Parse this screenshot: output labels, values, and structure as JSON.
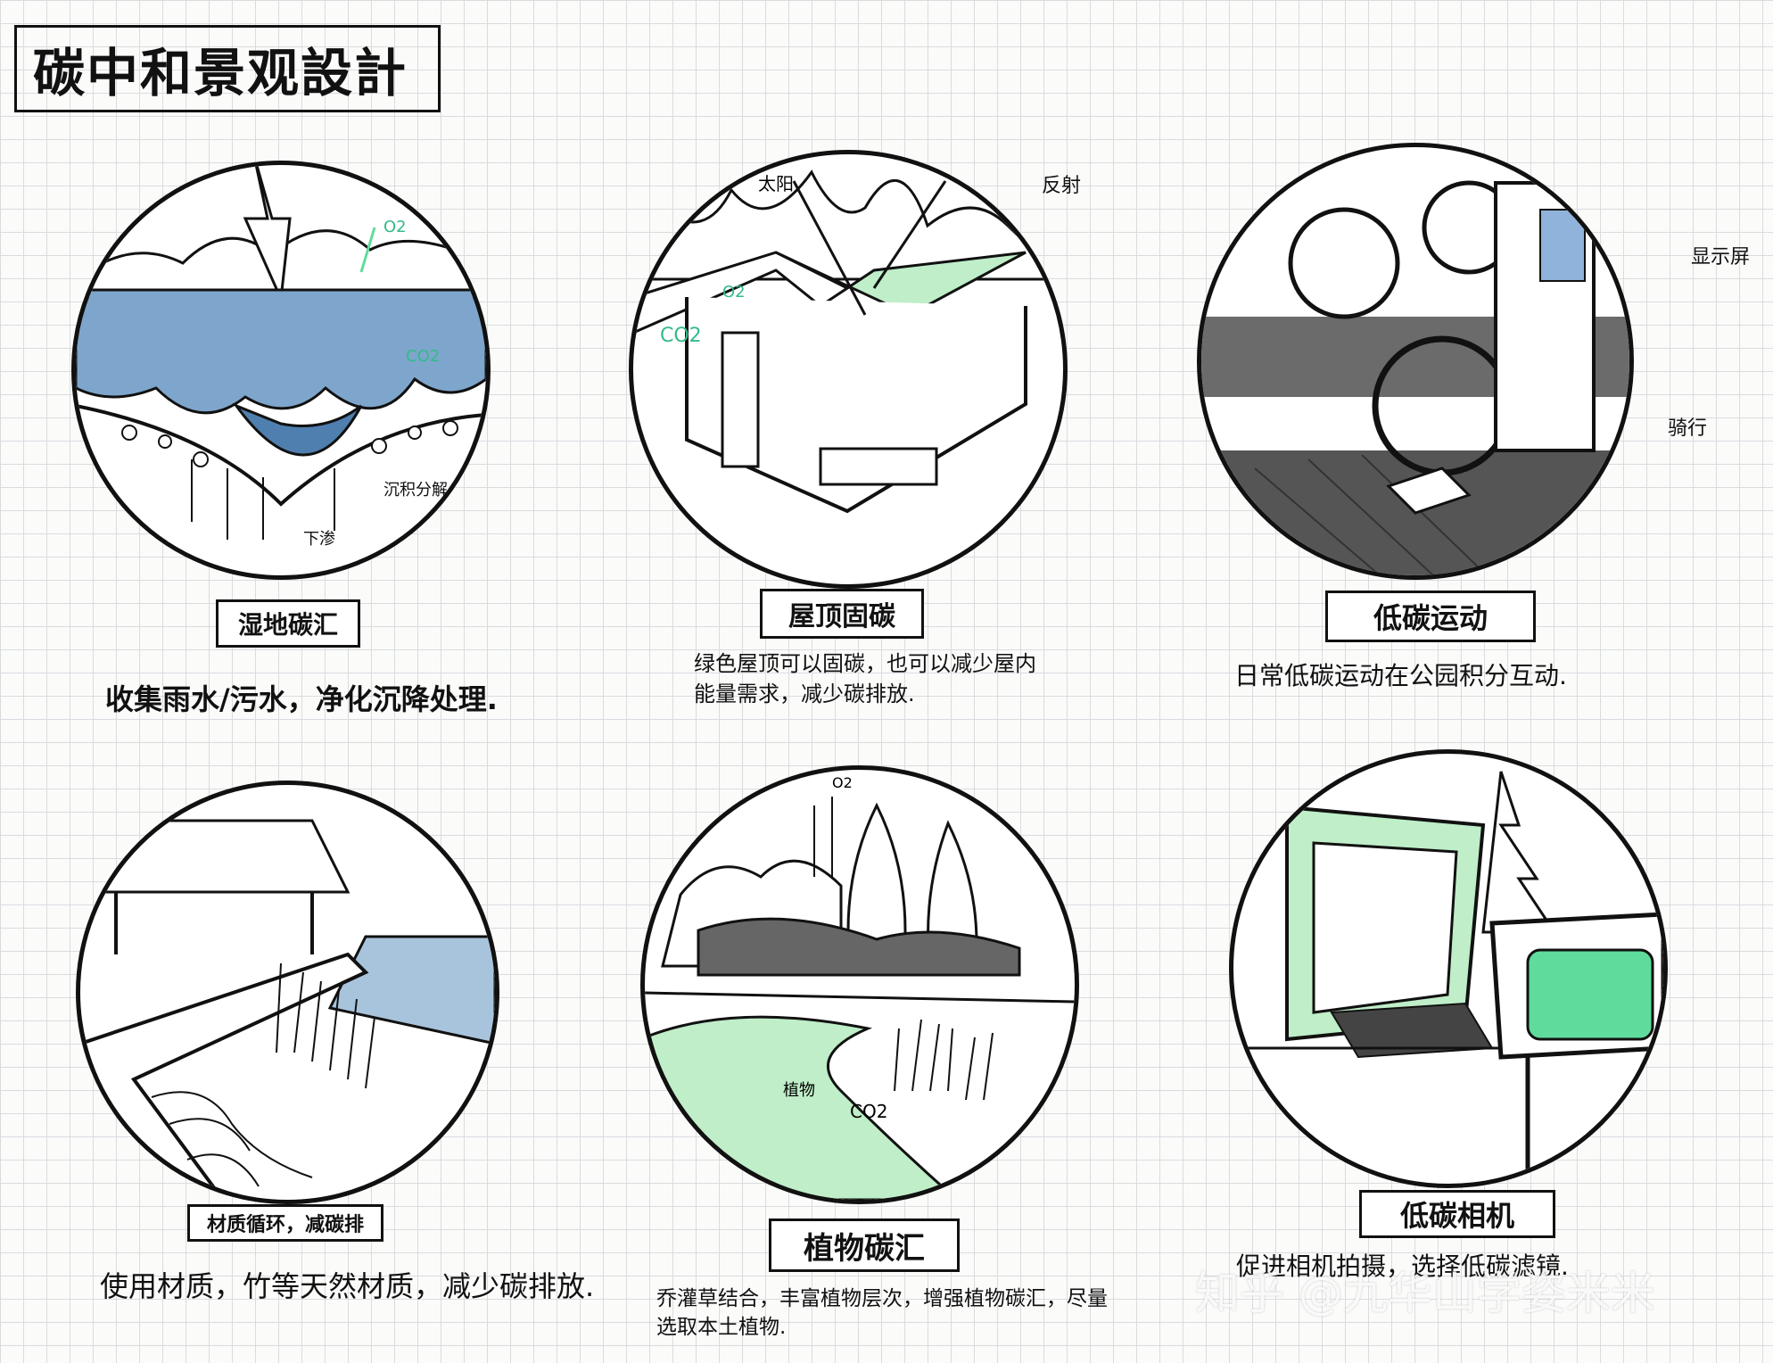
{
  "title": "碳中和景观設計",
  "panels": [
    {
      "label": "湿地碳汇",
      "caption": "收集雨水/污水，净化沉降处理.",
      "notes": [
        "O2",
        "CO2",
        "沉积分解",
        "下渗"
      ]
    },
    {
      "label": "屋顶固碳",
      "caption": "绿色屋顶可以固碳，也可以减少屋内能量需求，减少碳排放.",
      "notes": [
        "太阳",
        "CO2",
        "O2",
        "反射"
      ]
    },
    {
      "label": "低碳运动",
      "caption": "日常低碳运动在公园积分互动.",
      "notes": [
        "显示屏",
        "骑行"
      ]
    },
    {
      "label": "材质循环，减碳排",
      "caption": "使用材质，竹等天然材质，减少碳排放.",
      "notes": []
    },
    {
      "label": "植物碳汇",
      "caption": "乔灌草结合，丰富植物层次，增强植物碳汇，尽量选取本土植物.",
      "notes": [
        "O2",
        "植物",
        "CO2"
      ]
    },
    {
      "label": "低碳相机",
      "caption": "促进相机拍摄，选择低碳滤镜.",
      "notes": []
    }
  ],
  "watermark": "知乎 @九华山学姿米米",
  "colors": {
    "water": "#7ea5cb",
    "green": "#bfeec8",
    "mint": "#5fdc9c",
    "screen": "#8fb3da",
    "ink": "#111111"
  }
}
